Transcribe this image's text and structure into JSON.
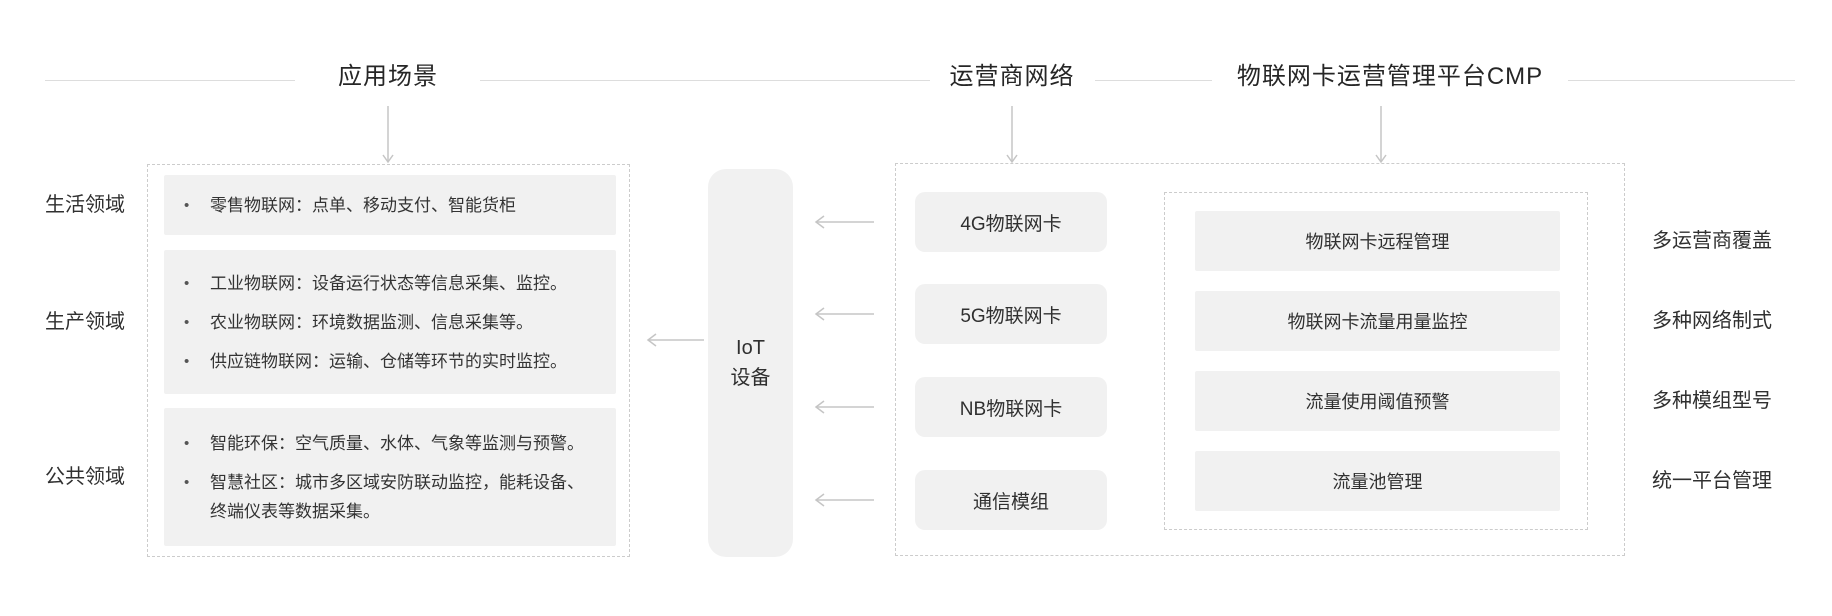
{
  "colors": {
    "box_fill": "#f1f1f1",
    "dashed_border": "#cccccc",
    "arrow": "#c5c5c5",
    "header_line": "#dddddd",
    "text": "#303030"
  },
  "headers": {
    "applications": "应用场景",
    "carrier_network": "运营商网络",
    "cmp_platform": "物联网卡运营管理平台CMP"
  },
  "application_scenarios": {
    "rows": [
      {
        "label": "生活领域",
        "items": [
          "零售物联网：点单、移动支付、智能货柜"
        ]
      },
      {
        "label": "生产领域",
        "items": [
          "工业物联网：设备运行状态等信息采集、监控。",
          "农业物联网：环境数据监测、信息采集等。",
          "供应链物联网：运输、仓储等环节的实时监控。"
        ]
      },
      {
        "label": "公共领域",
        "items": [
          "智能环保：空气质量、水体、气象等监测与预警。",
          "智慧社区：城市多区域安防联动监控，能耗设备、终端仪表等数据采集。"
        ]
      }
    ]
  },
  "iot_device": {
    "line1": "IoT",
    "line2": "设备"
  },
  "carrier_cards": [
    "4G物联网卡",
    "5G物联网卡",
    "NB物联网卡",
    "通信模组"
  ],
  "cmp_features": [
    "物联网卡远程管理",
    "物联网卡流量用量监控",
    "流量使用阈值预警",
    "流量池管理"
  ],
  "platform_benefits": [
    "多运营商覆盖",
    "多种网络制式",
    "多种模组型号",
    "统一平台管理"
  ]
}
